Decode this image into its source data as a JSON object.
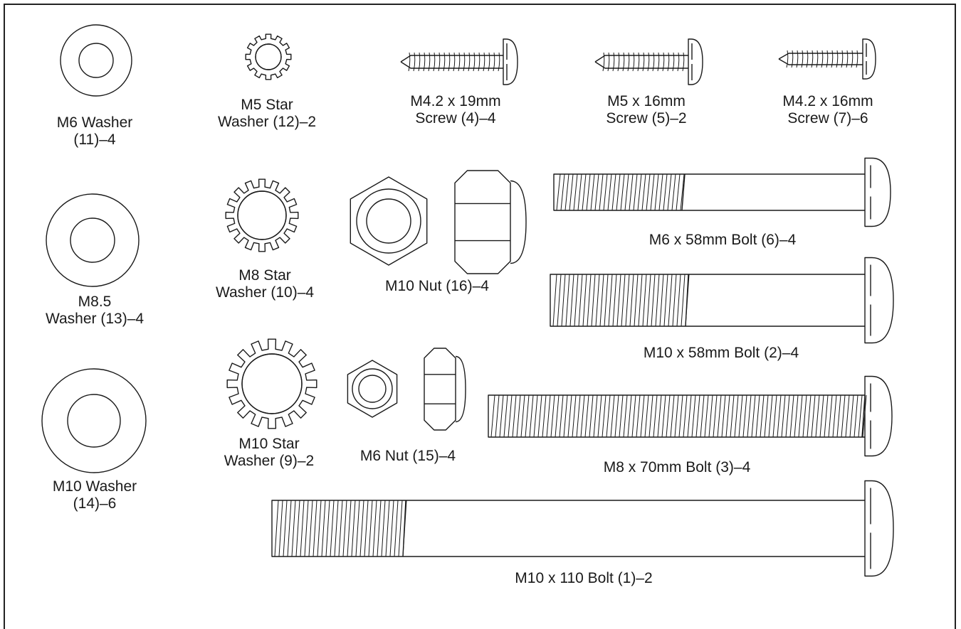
{
  "colors": {
    "stroke": "#1a1a1a",
    "background": "#ffffff"
  },
  "parts": [
    {
      "id": "m6-washer",
      "lines": [
        "M6 Washer",
        "(11)–4"
      ]
    },
    {
      "id": "m5-star-washer",
      "lines": [
        "M5 Star",
        "Washer (12)–2"
      ]
    },
    {
      "id": "m42x19-screw",
      "lines": [
        "M4.2 x 19mm",
        "Screw (4)–4"
      ]
    },
    {
      "id": "m5x16-screw",
      "lines": [
        "M5 x 16mm",
        "Screw (5)–2"
      ]
    },
    {
      "id": "m42x16-screw",
      "lines": [
        "M4.2 x 16mm",
        "Screw (7)–6"
      ]
    },
    {
      "id": "m85-washer",
      "lines": [
        "M8.5",
        "Washer (13)–4"
      ]
    },
    {
      "id": "m8-star-washer",
      "lines": [
        "M8 Star",
        "Washer (10)–4"
      ]
    },
    {
      "id": "m10-nut",
      "lines": [
        "M10 Nut (16)–4"
      ]
    },
    {
      "id": "m6x58-bolt",
      "lines": [
        "M6 x 58mm Bolt (6)–4"
      ]
    },
    {
      "id": "m10x58-bolt",
      "lines": [
        "M10 x 58mm Bolt (2)–4"
      ]
    },
    {
      "id": "m10-washer",
      "lines": [
        "M10 Washer",
        "(14)–6"
      ]
    },
    {
      "id": "m10-star-washer",
      "lines": [
        "M10 Star",
        "Washer (9)–2"
      ]
    },
    {
      "id": "m6-nut",
      "lines": [
        "M6 Nut (15)–4"
      ]
    },
    {
      "id": "m8x70-bolt",
      "lines": [
        "M8 x 70mm Bolt (3)–4"
      ]
    },
    {
      "id": "m10x110-bolt",
      "lines": [
        "M10 x 110 Bolt (1)–2"
      ]
    }
  ]
}
